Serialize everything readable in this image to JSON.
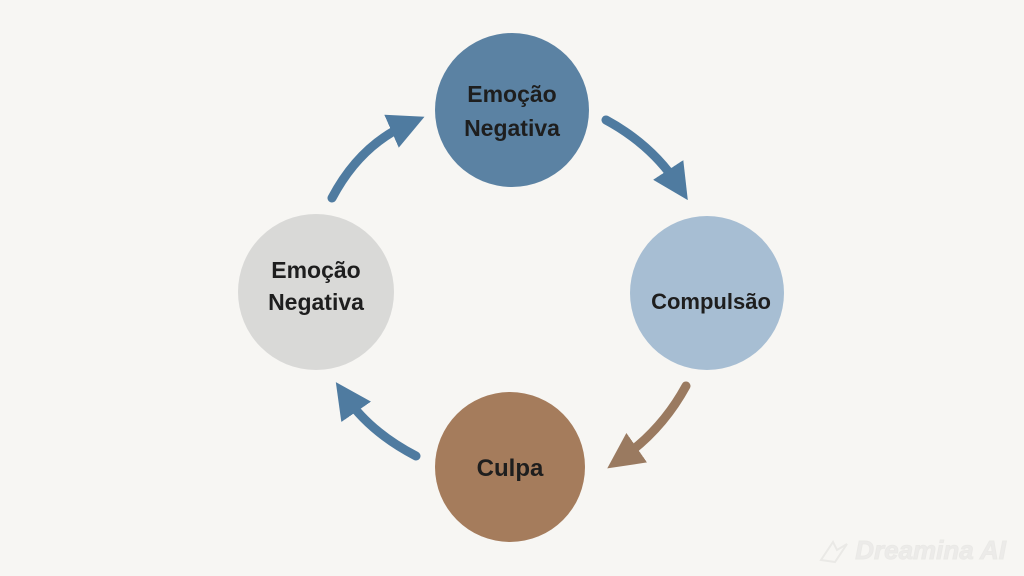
{
  "nodes": {
    "top": {
      "lines": [
        "Emoção",
        "Negativa"
      ],
      "color": "#5b82a3"
    },
    "right": {
      "lines": [
        "Compulsão"
      ],
      "color": "#a7bed3"
    },
    "bottom": {
      "lines": [
        "Culpa"
      ],
      "color": "#a57c5c"
    },
    "left": {
      "lines": [
        "Emoção",
        "Negativa"
      ],
      "color": "#d9d9d7"
    }
  },
  "arrows": {
    "blue": "#4f7ba0",
    "brown": "#9a7a60"
  },
  "watermark": {
    "text": "Dreamina AI",
    "icon": "dreamina-logo-icon"
  }
}
